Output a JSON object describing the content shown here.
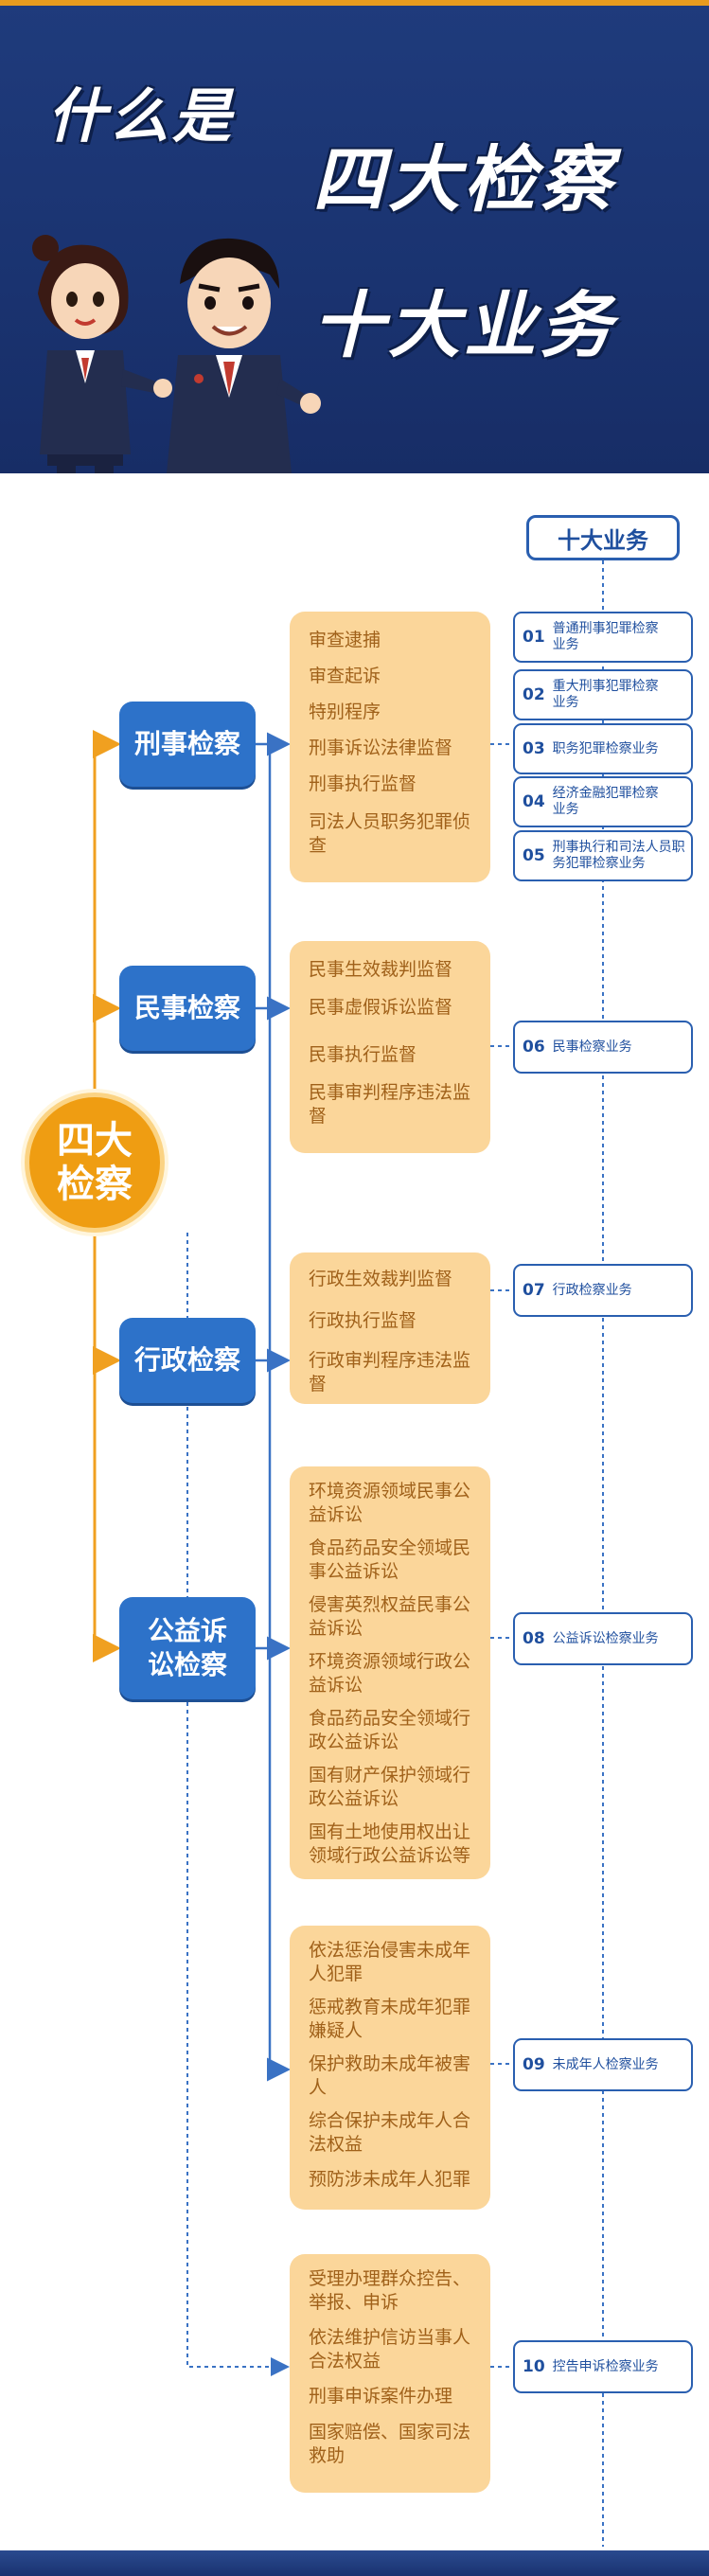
{
  "banner": {
    "title_line1": "什么是",
    "title_line2": "四大检察",
    "title_line3": "十大业务"
  },
  "center": {
    "label": "四大检察"
  },
  "header": {
    "label": "十大业务"
  },
  "categories": [
    {
      "label": "刑事检察"
    },
    {
      "label": "民事检察"
    },
    {
      "label": "行政检察"
    },
    {
      "label": "公益诉讼检察"
    }
  ],
  "details": [
    {
      "items": [
        "审查逮捕",
        "审查起诉",
        "特别程序",
        "刑事诉讼法律监督",
        "刑事执行监督",
        "司法人员职务犯罪侦查"
      ]
    },
    {
      "items": [
        "民事生效裁判监督",
        "民事虚假诉讼监督",
        "民事执行监督",
        "民事审判程序违法监督"
      ]
    },
    {
      "items": [
        "行政生效裁判监督",
        "行政执行监督",
        "行政审判程序违法监督"
      ]
    },
    {
      "items": [
        "环境资源领域民事公益诉讼",
        "食品药品安全领域民事公益诉讼",
        "侵害英烈权益民事公益诉讼",
        "环境资源领域行政公益诉讼",
        "食品药品安全领域行政公益诉讼",
        "国有财产保护领域行政公益诉讼",
        "国有土地使用权出让领域行政公益诉讼等"
      ]
    },
    {
      "items": [
        "依法惩治侵害未成年人犯罪",
        "惩戒教育未成年犯罪嫌疑人",
        "保护救助未成年被害人",
        "综合保护未成年人合法权益",
        "预防涉未成年人犯罪"
      ]
    },
    {
      "items": [
        "受理办理群众控告、举报、申诉",
        "依法维护信访当事人合法权益",
        "刑事申诉案件办理",
        "国家赔偿、国家司法救助"
      ]
    }
  ],
  "businesses": [
    {
      "num": "01",
      "label": "普通刑事犯罪检察业务"
    },
    {
      "num": "02",
      "label": "重大刑事犯罪检察业务"
    },
    {
      "num": "03",
      "label": "职务犯罪检察业务"
    },
    {
      "num": "04",
      "label": "经济金融犯罪检察业务"
    },
    {
      "num": "05",
      "label": "刑事执行和司法人员职务犯罪检察业务"
    },
    {
      "num": "06",
      "label": "民事检察业务"
    },
    {
      "num": "07",
      "label": "行政检察业务"
    },
    {
      "num": "08",
      "label": "公益诉讼检察业务"
    },
    {
      "num": "09",
      "label": "未成年人检察业务"
    },
    {
      "num": "10",
      "label": "控告申诉检察业务"
    }
  ],
  "colors": {
    "banner": "#1f3b7c",
    "category_box": "#2d72c9",
    "detail_box": "#fbd69a",
    "detail_text": "#a0611a",
    "center_circle": "#ef9d12",
    "business_border": "#2a5fb0",
    "connector_orange": "#f0a020",
    "connector_blue": "#3a72c4"
  }
}
